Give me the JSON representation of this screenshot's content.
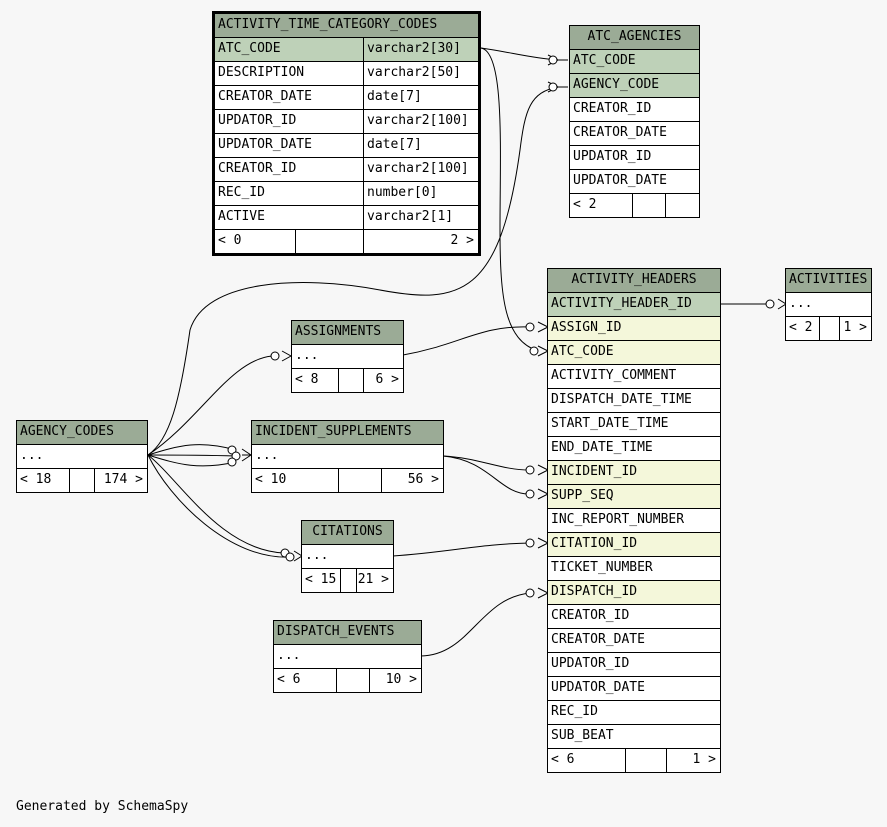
{
  "footer": "Generated by SchemaSpy",
  "colors": {
    "header": "#9bab96",
    "primary_key": "#bed1b8",
    "foreign_key": "#f4f7da",
    "background": "#f7f7f7"
  },
  "tables": {
    "atc_codes": {
      "name": "ACTIVITY_TIME_CATEGORY_CODES",
      "columns": [
        {
          "name": "ATC_CODE",
          "type": "varchar2[30]"
        },
        {
          "name": "DESCRIPTION",
          "type": "varchar2[50]"
        },
        {
          "name": "CREATOR_DATE",
          "type": "date[7]"
        },
        {
          "name": "UPDATOR_ID",
          "type": "varchar2[100]"
        },
        {
          "name": "UPDATOR_DATE",
          "type": "date[7]"
        },
        {
          "name": "CREATOR_ID",
          "type": "varchar2[100]"
        },
        {
          "name": "REC_ID",
          "type": "number[0]"
        },
        {
          "name": "ACTIVE",
          "type": "varchar2[1]"
        }
      ],
      "parents": "< 0",
      "children": "2 >"
    },
    "atc_agencies": {
      "name": "ATC_AGENCIES",
      "columns": [
        "ATC_CODE",
        "AGENCY_CODE",
        "CREATOR_ID",
        "CREATOR_DATE",
        "UPDATOR_ID",
        "UPDATOR_DATE"
      ],
      "parents": "< 2",
      "children": ""
    },
    "activity_headers": {
      "name": "ACTIVITY_HEADERS",
      "columns": [
        "ACTIVITY_HEADER_ID",
        "ASSIGN_ID",
        "ATC_CODE",
        "ACTIVITY_COMMENT",
        "DISPATCH_DATE_TIME",
        "START_DATE_TIME",
        "END_DATE_TIME",
        "INCIDENT_ID",
        "SUPP_SEQ",
        "INC_REPORT_NUMBER",
        "CITATION_ID",
        "TICKET_NUMBER",
        "DISPATCH_ID",
        "CREATOR_ID",
        "CREATOR_DATE",
        "UPDATOR_ID",
        "UPDATOR_DATE",
        "REC_ID",
        "SUB_BEAT"
      ],
      "parents": "< 6",
      "children": "1 >"
    },
    "activities": {
      "name": "ACTIVITIES",
      "body": "...",
      "parents": "< 2",
      "children": "1 >"
    },
    "assignments": {
      "name": "ASSIGNMENTS",
      "body": "...",
      "parents": "< 8",
      "children": "6 >"
    },
    "agency_codes": {
      "name": "AGENCY_CODES",
      "body": "...",
      "parents": "< 18",
      "children": "174 >"
    },
    "incident_supplements": {
      "name": "INCIDENT_SUPPLEMENTS",
      "body": "...",
      "parents": "< 10",
      "children": "56 >"
    },
    "citations": {
      "name": "CITATIONS",
      "body": "...",
      "parents": "< 15",
      "children": "21 >"
    },
    "dispatch_events": {
      "name": "DISPATCH_EVENTS",
      "body": "...",
      "parents": "< 6",
      "children": "10 >"
    }
  }
}
